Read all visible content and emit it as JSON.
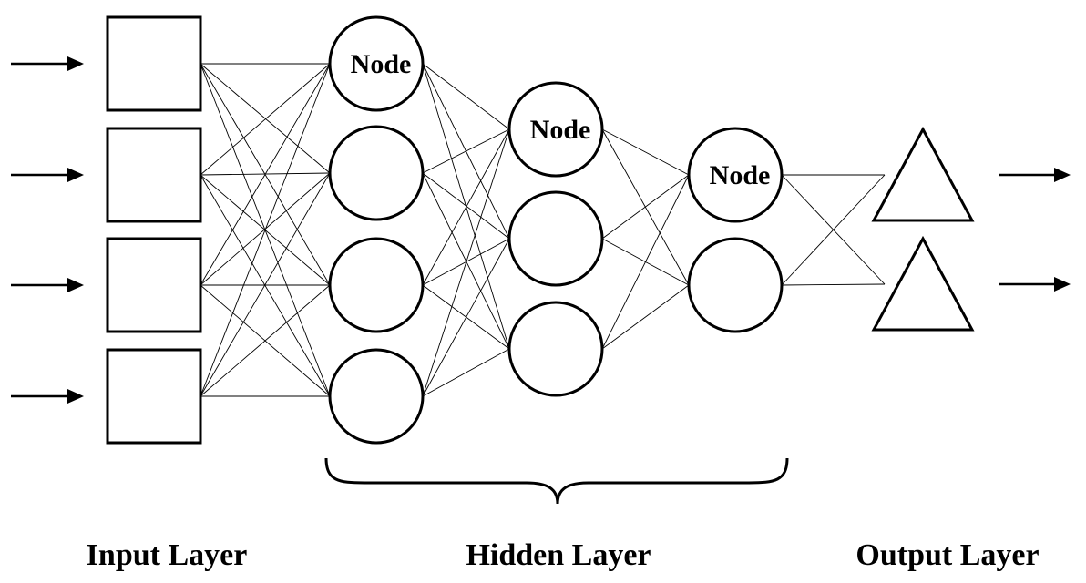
{
  "diagram": {
    "node_label": "Node",
    "labels": {
      "input": "Input Layer",
      "hidden": "Hidden Layer",
      "output": "Output Layer"
    },
    "layers": [
      {
        "kind": "input",
        "shape": "square",
        "count": 4,
        "labeled": []
      },
      {
        "kind": "hidden",
        "shape": "circle",
        "count": 4,
        "labeled": [
          0
        ]
      },
      {
        "kind": "hidden",
        "shape": "circle",
        "count": 3,
        "labeled": [
          0
        ]
      },
      {
        "kind": "hidden",
        "shape": "circle",
        "count": 2,
        "labeled": [
          0
        ]
      },
      {
        "kind": "output",
        "shape": "triangle",
        "count": 2,
        "labeled": []
      }
    ],
    "connections": "fully-connected",
    "input_arrows": 4,
    "output_arrows": 2
  }
}
